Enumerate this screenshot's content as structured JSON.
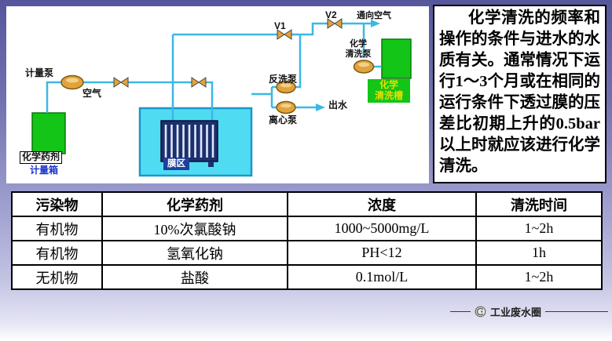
{
  "slide": {
    "background_top": "#56569c",
    "background_bottom": "#ffffff"
  },
  "diagram": {
    "labels": {
      "metering_pump": "计量泵",
      "air": "空气",
      "chemical_agent": "化学药剂",
      "metering_tank": "计量箱",
      "membrane_zone": "膜区",
      "backwash_pump": "反洗泵",
      "centrifugal_pump": "离心泵",
      "outlet_water": "出水",
      "v1": "V1",
      "v2": "V2",
      "to_air": "通向空气",
      "cleaning_pump_line1": "化学",
      "cleaning_pump_line2": "清洗泵",
      "cleaning_tank_line1": "化学",
      "cleaning_tank_line2": "清洗槽"
    },
    "colors": {
      "pipe": "#3db7e4",
      "tank_water": "#4fdcf2",
      "tank_green": "#12c516",
      "pump_orange": "#e2a33c",
      "module_navy": "#1c2f6e"
    }
  },
  "note": {
    "part1": "化学清洗的频率和操作的条件与进水的水质有关。通常情况下运行1～3个月或在相同的运行条件下透过膜的压差比初期上升的",
    "bold": "0.5bar",
    "part2": "以上时就应该进行化学清洗。"
  },
  "table": {
    "headers": [
      "污染物",
      "化学药剂",
      "浓度",
      "清洗时间"
    ],
    "rows": [
      [
        "有机物",
        "10%次氯酸钠",
        "1000~5000mg/L",
        "1~2h"
      ],
      [
        "有机物",
        "氢氧化钠",
        "PH<12",
        "1h"
      ],
      [
        "无机物",
        "盐酸",
        "0.1mol/L",
        "1~2h"
      ]
    ]
  },
  "watermark": {
    "text": "工业废水圈"
  }
}
